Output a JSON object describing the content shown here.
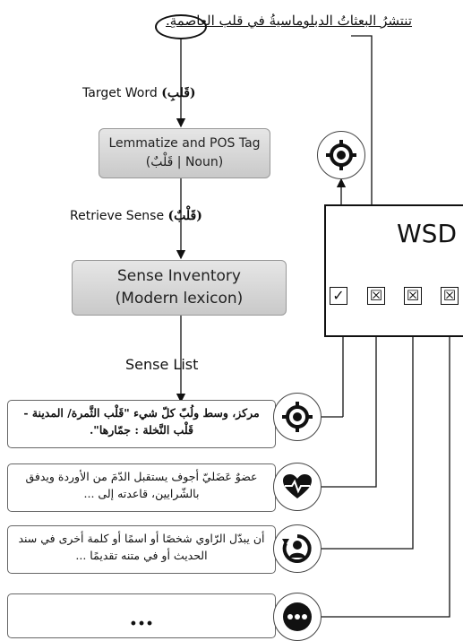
{
  "sentence": "تنتشرُ البعثاتُ الدبلوماسيةُ في قلب العاصمةِ.",
  "target_word_label": "Target Word",
  "target_word": "(قَلبِ)",
  "lemmatize_line1": "Lemmatize and POS Tag",
  "lemmatize_line2": "(قَلْبٌ | Noun)",
  "retrieve_label": "Retrieve Sense",
  "retrieve_word": "(قَلْبٌ)",
  "inventory_line1": "Sense Inventory",
  "inventory_line2": "(Modern lexicon)",
  "sense_list_label": "Sense List",
  "wsd_label": "WSD",
  "checkboxes": [
    "✓",
    "☒",
    "☒",
    "☒"
  ],
  "senses": [
    {
      "text": "مركز، وسط ولُبّ كلّ شيء \"قَلْب الثَّمرة/ المدينة - قَلْب النَّخلة : جمّارها\".",
      "icon": "target-icon",
      "selected": true
    },
    {
      "text": "عضوٌ عَضَليّ أجوف يستقبل الدّمَ من الأوردة ويدفق بالشّرايين، قاعدته إلى ...",
      "icon": "heart-pulse-icon",
      "selected": false
    },
    {
      "text": "أن يبدّل الرّاوي شخصًا أو اسمًا أو كلمة أخرى في سند الحديث أو في متنه تقديمًا ...",
      "icon": "swap-person-icon",
      "selected": false
    },
    {
      "text": "...",
      "icon": "more-icon",
      "selected": false
    }
  ]
}
